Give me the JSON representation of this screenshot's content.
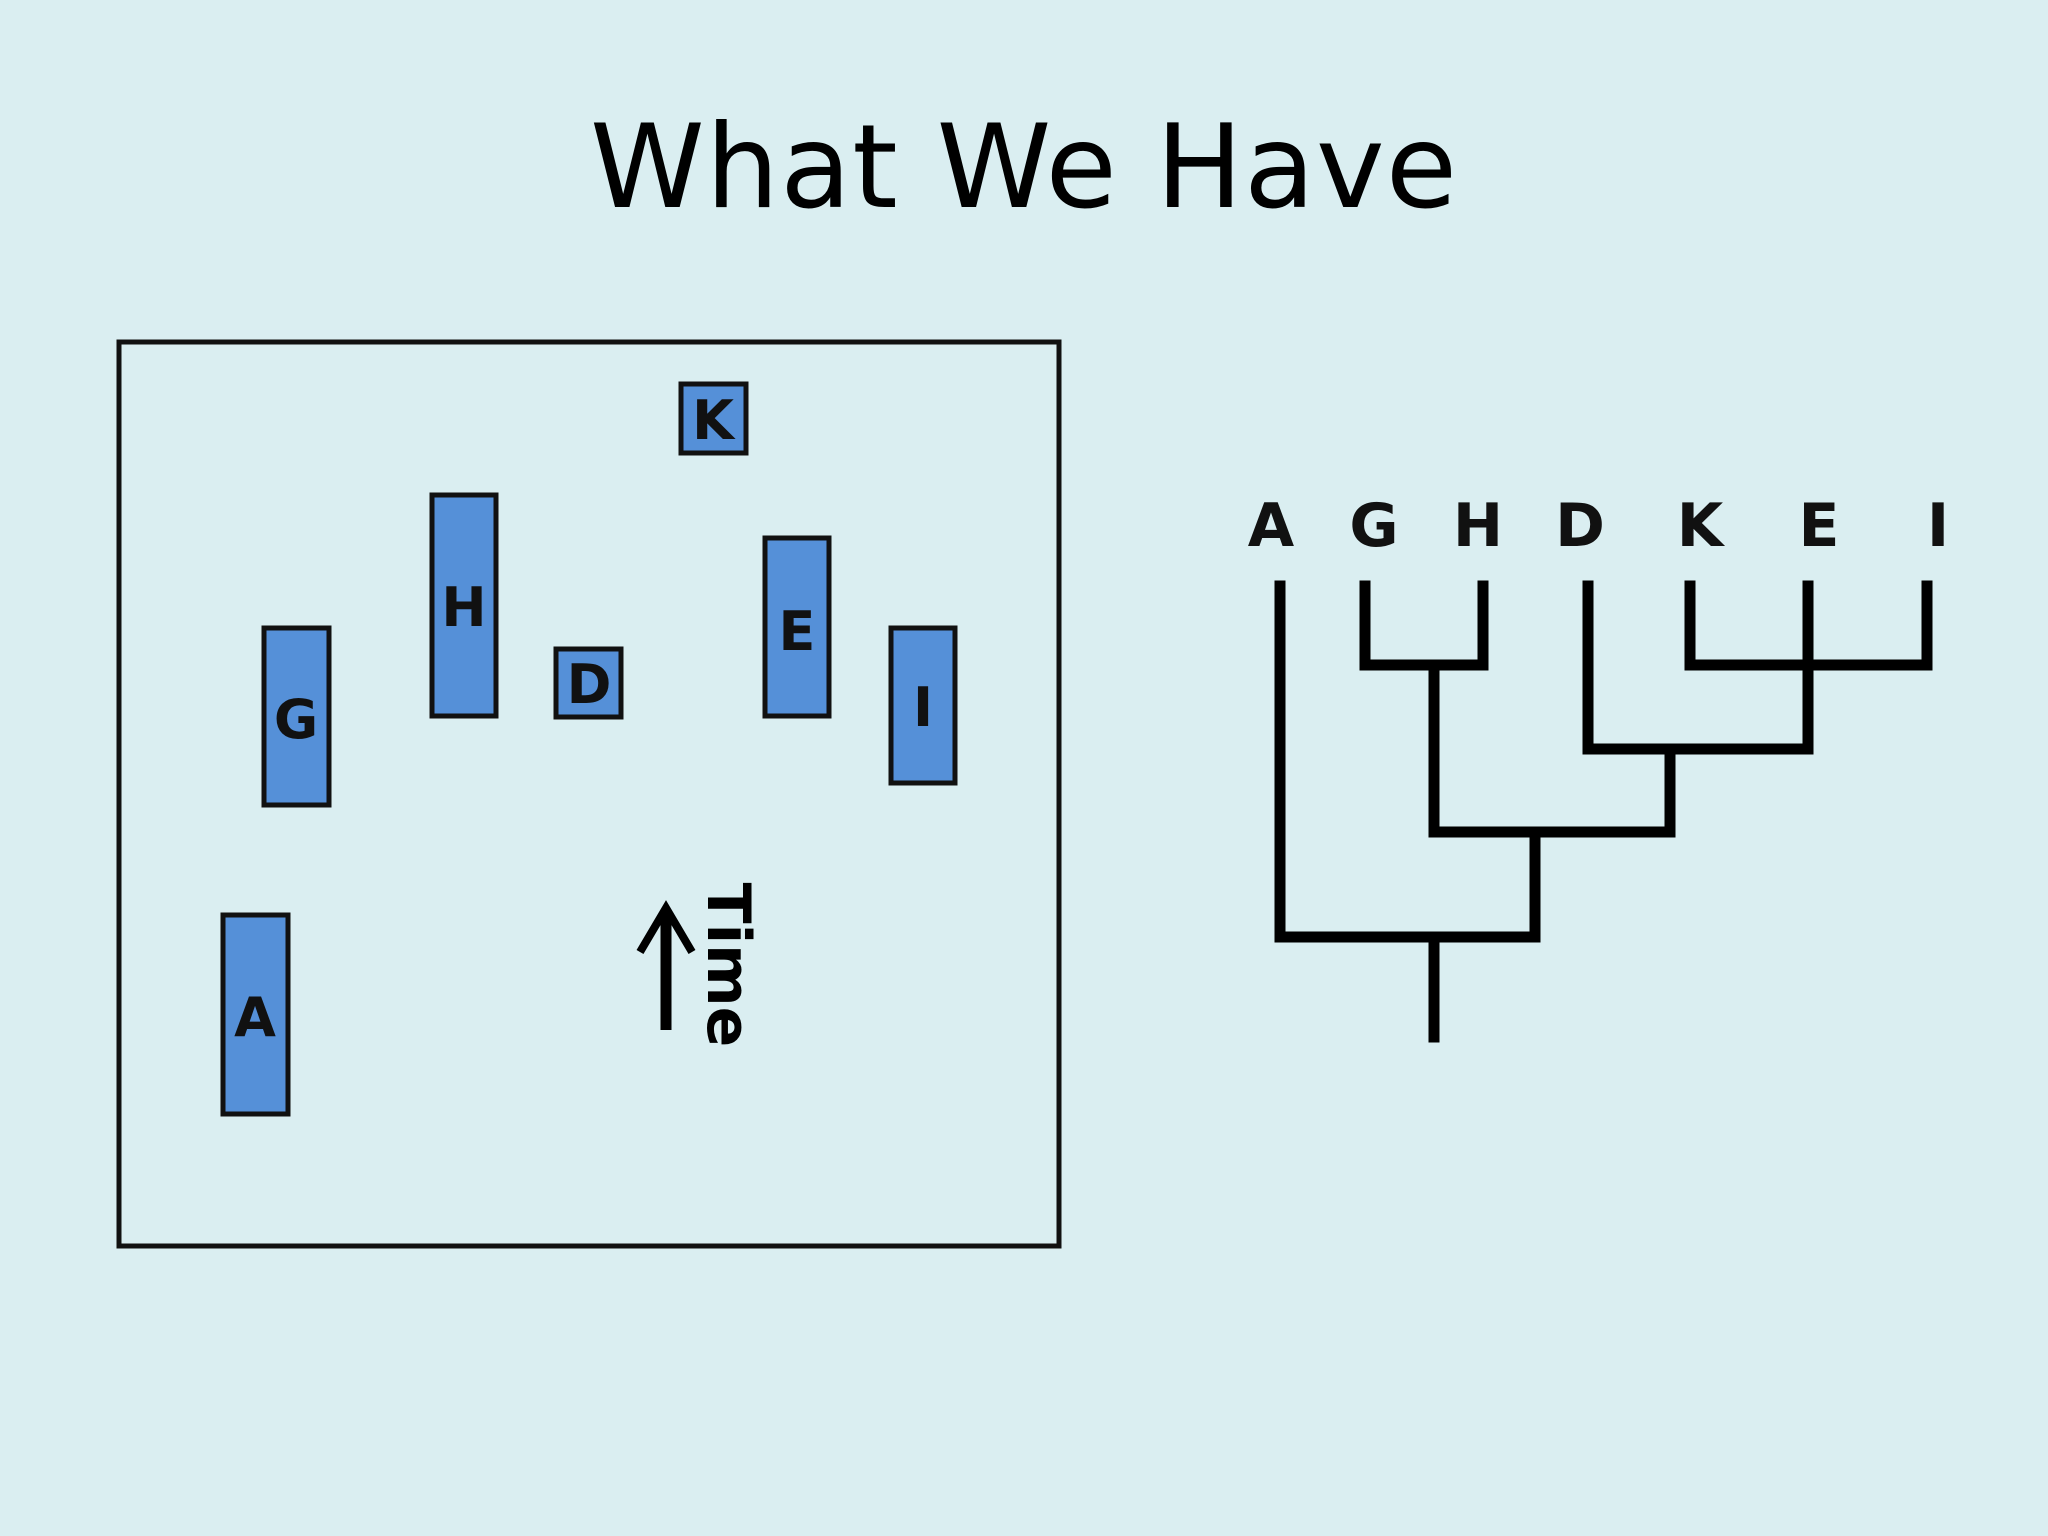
{
  "title": "What We Have",
  "time_axis": {
    "label": "Time"
  },
  "fossil_ranges": [
    {
      "taxon": "K"
    },
    {
      "taxon": "H"
    },
    {
      "taxon": "E"
    },
    {
      "taxon": "D"
    },
    {
      "taxon": "G"
    },
    {
      "taxon": "I"
    },
    {
      "taxon": "A"
    }
  ],
  "cladogram": {
    "tips": [
      "A",
      "G",
      "H",
      "D",
      "K",
      "E",
      "I"
    ],
    "topology": "(A,((G,H),(D,(K,E,I))))"
  },
  "colors": {
    "background": "#daeef1",
    "box_fill": "#5590d8",
    "line": "#000000"
  }
}
